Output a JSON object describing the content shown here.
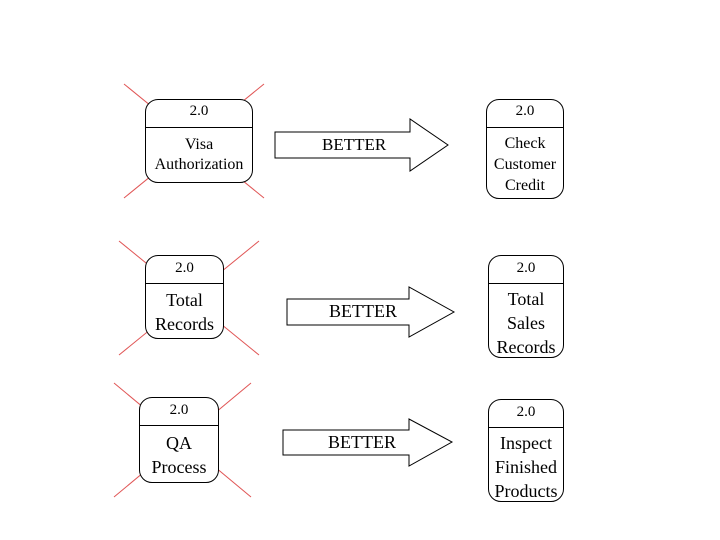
{
  "rows": [
    {
      "old": {
        "number": "2.0",
        "name": "Visa\nAuthorization"
      },
      "arrow_label": "BETTER",
      "new": {
        "number": "2.0",
        "name": "Check\nCustomer\nCredit"
      }
    },
    {
      "old": {
        "number": "2.0",
        "name": "Total\nRecords"
      },
      "arrow_label": "BETTER",
      "new": {
        "number": "2.0",
        "name": "Total\nSales\nRecords"
      }
    },
    {
      "old": {
        "number": "2.0",
        "name": "QA\nProcess"
      },
      "arrow_label": "BETTER",
      "new": {
        "number": "2.0",
        "name": "Inspect\nFinished\nProducts"
      }
    }
  ],
  "colors": {
    "cross": "#e05555",
    "line": "#000000",
    "background": "#ffffff"
  }
}
